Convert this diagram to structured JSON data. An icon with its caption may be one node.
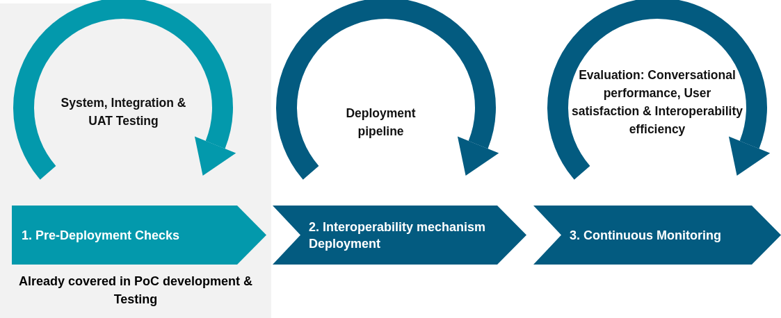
{
  "diagram": {
    "nodes": [
      {
        "text": [
          "Already covered in PoC development & Testing"
        ]
      },
      {
        "text": [
          "1. Pre-Deployment Checks"
        ],
        "in": 0
      },
      {
        "text": [
          "System, Integration & UAT Testing"
        ],
        "in": 0
      },
      {
        "text": [
          "2. Interoperability mechanism Deployment"
        ]
      },
      {
        "text": [
          "Deployment pipeline"
        ]
      },
      {
        "text": [
          "3. Continuous Monitoring"
        ]
      },
      {
        "text": [
          "Evaluation: Conversational performance, User satisfaction & Interoperability efficiency"
        ]
      }
    ]
  }
}
